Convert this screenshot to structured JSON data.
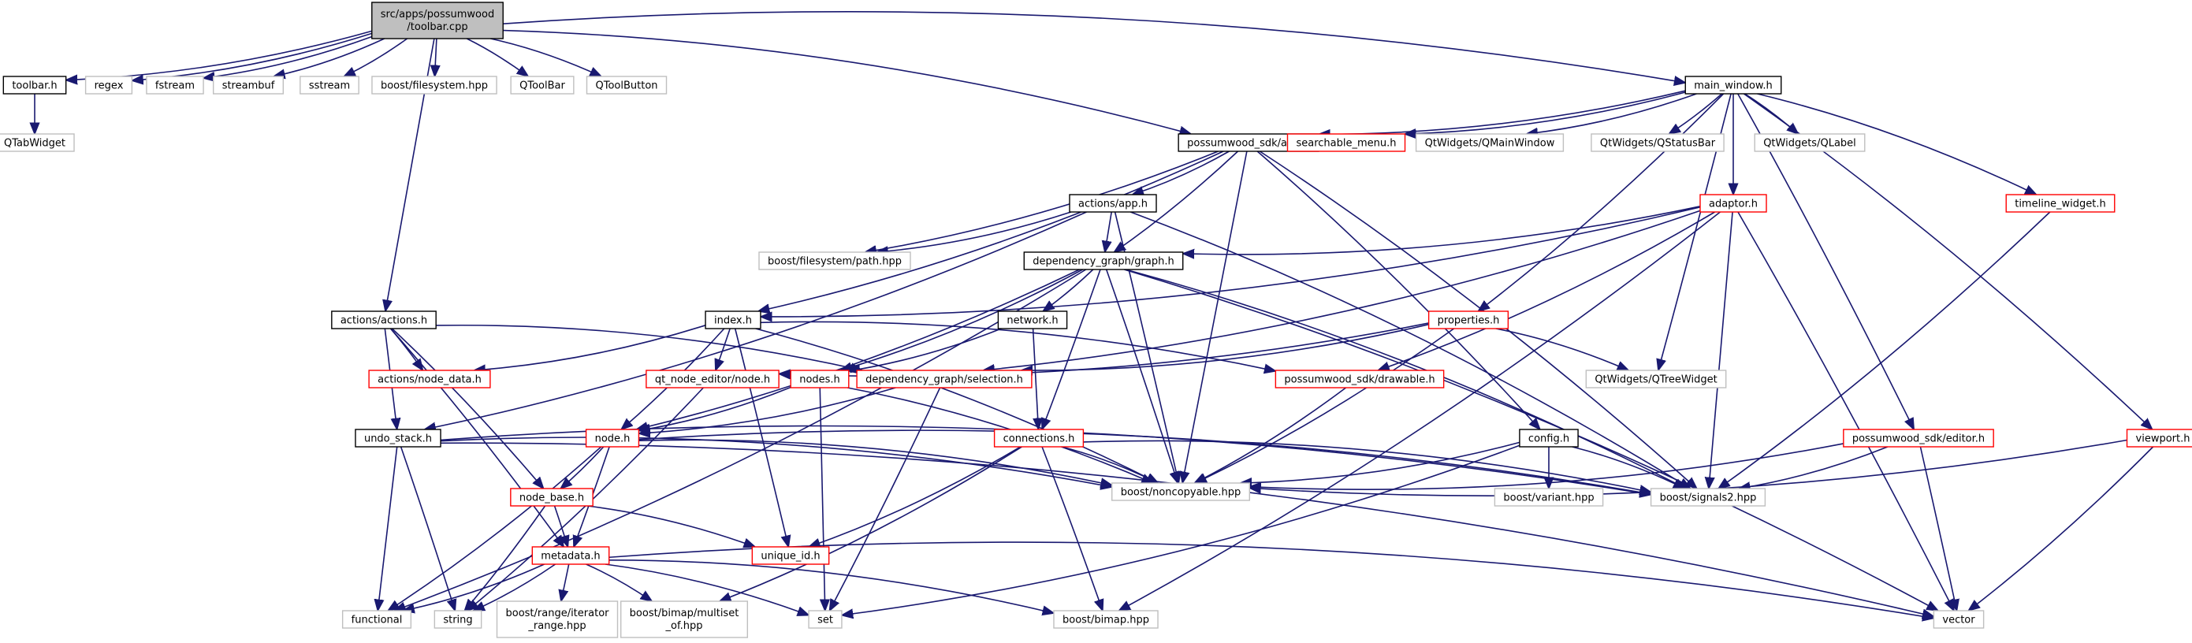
{
  "graph": {
    "nodes": [
      {
        "id": "toolbar_cpp",
        "lines": [
          "src/apps/possumwood",
          "/toolbar.cpp"
        ],
        "kind": "root"
      },
      {
        "id": "toolbar_h",
        "lines": [
          "toolbar.h"
        ],
        "kind": "documented"
      },
      {
        "id": "regex",
        "lines": [
          "regex"
        ],
        "kind": "external"
      },
      {
        "id": "fstream",
        "lines": [
          "fstream"
        ],
        "kind": "external"
      },
      {
        "id": "streambuf",
        "lines": [
          "streambuf"
        ],
        "kind": "external"
      },
      {
        "id": "sstream",
        "lines": [
          "sstream"
        ],
        "kind": "external"
      },
      {
        "id": "boost_filesystem",
        "lines": [
          "boost/filesystem.hpp"
        ],
        "kind": "external"
      },
      {
        "id": "qtoolbar",
        "lines": [
          "QToolBar"
        ],
        "kind": "external"
      },
      {
        "id": "qtoolbutton",
        "lines": [
          "QToolButton"
        ],
        "kind": "external"
      },
      {
        "id": "qtabwidget",
        "lines": [
          "QTabWidget"
        ],
        "kind": "external"
      },
      {
        "id": "main_window",
        "lines": [
          "main_window.h"
        ],
        "kind": "documented"
      },
      {
        "id": "sdk_app",
        "lines": [
          "possumwood_sdk/app.h"
        ],
        "kind": "documented"
      },
      {
        "id": "searchable_menu",
        "lines": [
          "searchable_menu.h"
        ],
        "kind": "truncated"
      },
      {
        "id": "qmainwindow",
        "lines": [
          "QtWidgets/QMainWindow"
        ],
        "kind": "external"
      },
      {
        "id": "qstatusbar",
        "lines": [
          "QtWidgets/QStatusBar"
        ],
        "kind": "external"
      },
      {
        "id": "qlabel",
        "lines": [
          "QtWidgets/QLabel"
        ],
        "kind": "external"
      },
      {
        "id": "adaptor",
        "lines": [
          "adaptor.h"
        ],
        "kind": "truncated"
      },
      {
        "id": "timeline_widget",
        "lines": [
          "timeline_widget.h"
        ],
        "kind": "truncated"
      },
      {
        "id": "actions_app",
        "lines": [
          "actions/app.h"
        ],
        "kind": "documented"
      },
      {
        "id": "boost_fs_path",
        "lines": [
          "boost/filesystem/path.hpp"
        ],
        "kind": "external"
      },
      {
        "id": "dg_graph",
        "lines": [
          "dependency_graph/graph.h"
        ],
        "kind": "documented"
      },
      {
        "id": "actions_actions",
        "lines": [
          "actions/actions.h"
        ],
        "kind": "documented"
      },
      {
        "id": "index",
        "lines": [
          "index.h"
        ],
        "kind": "documented"
      },
      {
        "id": "network",
        "lines": [
          "network.h"
        ],
        "kind": "documented"
      },
      {
        "id": "properties",
        "lines": [
          "properties.h"
        ],
        "kind": "truncated"
      },
      {
        "id": "qtreewidget",
        "lines": [
          "QtWidgets/QTreeWidget"
        ],
        "kind": "external"
      },
      {
        "id": "actions_node_data",
        "lines": [
          "actions/node_data.h"
        ],
        "kind": "truncated"
      },
      {
        "id": "qt_node_editor_node",
        "lines": [
          "qt_node_editor/node.h"
        ],
        "kind": "truncated"
      },
      {
        "id": "nodes",
        "lines": [
          "nodes.h"
        ],
        "kind": "truncated"
      },
      {
        "id": "dg_selection",
        "lines": [
          "dependency_graph/selection.h"
        ],
        "kind": "truncated"
      },
      {
        "id": "drawable",
        "lines": [
          "possumwood_sdk/drawable.h"
        ],
        "kind": "truncated"
      },
      {
        "id": "undo_stack",
        "lines": [
          "undo_stack.h"
        ],
        "kind": "documented"
      },
      {
        "id": "node",
        "lines": [
          "node.h"
        ],
        "kind": "truncated"
      },
      {
        "id": "connections",
        "lines": [
          "connections.h"
        ],
        "kind": "truncated"
      },
      {
        "id": "config",
        "lines": [
          "config.h"
        ],
        "kind": "documented"
      },
      {
        "id": "sdk_editor",
        "lines": [
          "possumwood_sdk/editor.h"
        ],
        "kind": "truncated"
      },
      {
        "id": "viewport",
        "lines": [
          "viewport.h"
        ],
        "kind": "truncated"
      },
      {
        "id": "noncopyable",
        "lines": [
          "boost/noncopyable.hpp"
        ],
        "kind": "external"
      },
      {
        "id": "signals2",
        "lines": [
          "boost/signals2.hpp"
        ],
        "kind": "external"
      },
      {
        "id": "variant",
        "lines": [
          "boost/variant.hpp"
        ],
        "kind": "external"
      },
      {
        "id": "node_base",
        "lines": [
          "node_base.h"
        ],
        "kind": "truncated"
      },
      {
        "id": "unique_id",
        "lines": [
          "unique_id.h"
        ],
        "kind": "truncated"
      },
      {
        "id": "metadata",
        "lines": [
          "metadata.h"
        ],
        "kind": "truncated"
      },
      {
        "id": "functional",
        "lines": [
          "functional"
        ],
        "kind": "external"
      },
      {
        "id": "string",
        "lines": [
          "string"
        ],
        "kind": "external"
      },
      {
        "id": "range_iterator",
        "lines": [
          "boost/range/iterator",
          "_range.hpp"
        ],
        "kind": "external"
      },
      {
        "id": "bimap_multiset",
        "lines": [
          "boost/bimap/multiset",
          "_of.hpp"
        ],
        "kind": "external"
      },
      {
        "id": "set",
        "lines": [
          "set"
        ],
        "kind": "external"
      },
      {
        "id": "bimap",
        "lines": [
          "boost/bimap.hpp"
        ],
        "kind": "external"
      },
      {
        "id": "vector",
        "lines": [
          "vector"
        ],
        "kind": "external"
      }
    ],
    "edges": [
      [
        "toolbar_cpp",
        "toolbar_h"
      ],
      [
        "toolbar_cpp",
        "regex"
      ],
      [
        "toolbar_cpp",
        "fstream"
      ],
      [
        "toolbar_cpp",
        "streambuf"
      ],
      [
        "toolbar_cpp",
        "sstream"
      ],
      [
        "toolbar_cpp",
        "boost_filesystem"
      ],
      [
        "toolbar_cpp",
        "qtoolbar"
      ],
      [
        "toolbar_cpp",
        "qtoolbutton"
      ],
      [
        "toolbar_cpp",
        "main_window"
      ],
      [
        "toolbar_cpp",
        "sdk_app"
      ],
      [
        "toolbar_cpp",
        "actions_actions"
      ],
      [
        "toolbar_h",
        "qtabwidget"
      ],
      [
        "main_window",
        "sdk_app"
      ],
      [
        "main_window",
        "searchable_menu"
      ],
      [
        "main_window",
        "qmainwindow"
      ],
      [
        "main_window",
        "qstatusbar"
      ],
      [
        "main_window",
        "qlabel"
      ],
      [
        "main_window",
        "adaptor"
      ],
      [
        "main_window",
        "timeline_widget"
      ],
      [
        "main_window",
        "properties"
      ],
      [
        "main_window",
        "qtreewidget"
      ],
      [
        "main_window",
        "sdk_editor"
      ],
      [
        "main_window",
        "viewport"
      ],
      [
        "sdk_app",
        "actions_app"
      ],
      [
        "sdk_app",
        "boost_fs_path"
      ],
      [
        "sdk_app",
        "dg_graph"
      ],
      [
        "sdk_app",
        "index"
      ],
      [
        "sdk_app",
        "noncopyable"
      ],
      [
        "sdk_app",
        "signals2"
      ],
      [
        "sdk_app",
        "config"
      ],
      [
        "actions_app",
        "boost_fs_path"
      ],
      [
        "actions_app",
        "dg_graph"
      ],
      [
        "actions_app",
        "undo_stack"
      ],
      [
        "actions_app",
        "noncopyable"
      ],
      [
        "actions_app",
        "signals2"
      ],
      [
        "adaptor",
        "dg_graph"
      ],
      [
        "adaptor",
        "index"
      ],
      [
        "adaptor",
        "drawable"
      ],
      [
        "adaptor",
        "dg_selection"
      ],
      [
        "adaptor",
        "signals2"
      ],
      [
        "adaptor",
        "bimap"
      ],
      [
        "adaptor",
        "vector"
      ],
      [
        "dg_graph",
        "network"
      ],
      [
        "dg_graph",
        "nodes"
      ],
      [
        "dg_graph",
        "connections"
      ],
      [
        "dg_graph",
        "node"
      ],
      [
        "dg_graph",
        "noncopyable"
      ],
      [
        "dg_graph",
        "signals2"
      ],
      [
        "dg_graph",
        "vector"
      ],
      [
        "dg_graph",
        "functional"
      ],
      [
        "actions_actions",
        "actions_node_data"
      ],
      [
        "actions_actions",
        "undo_stack"
      ],
      [
        "actions_actions",
        "node_base"
      ],
      [
        "actions_actions",
        "metadata"
      ],
      [
        "actions_actions",
        "dg_selection"
      ],
      [
        "index",
        "actions_node_data"
      ],
      [
        "index",
        "qt_node_editor_node"
      ],
      [
        "index",
        "node"
      ],
      [
        "index",
        "unique_id"
      ],
      [
        "index",
        "drawable"
      ],
      [
        "index",
        "noncopyable"
      ],
      [
        "network",
        "nodes"
      ],
      [
        "network",
        "connections"
      ],
      [
        "properties",
        "qtreewidget"
      ],
      [
        "properties",
        "dg_selection"
      ],
      [
        "properties",
        "qt_node_editor_node"
      ],
      [
        "properties",
        "noncopyable"
      ],
      [
        "qt_node_editor_node",
        "string"
      ],
      [
        "nodes",
        "node"
      ],
      [
        "nodes",
        "set"
      ],
      [
        "nodes",
        "noncopyable"
      ],
      [
        "dg_selection",
        "node"
      ],
      [
        "dg_selection",
        "set"
      ],
      [
        "drawable",
        "noncopyable"
      ],
      [
        "undo_stack",
        "noncopyable"
      ],
      [
        "undo_stack",
        "signals2"
      ],
      [
        "undo_stack",
        "functional"
      ],
      [
        "undo_stack",
        "string"
      ],
      [
        "undo_stack",
        "vector"
      ],
      [
        "node",
        "node_base"
      ],
      [
        "node",
        "metadata"
      ],
      [
        "node",
        "noncopyable"
      ],
      [
        "node",
        "signals2"
      ],
      [
        "node",
        "functional"
      ],
      [
        "connections",
        "noncopyable"
      ],
      [
        "connections",
        "signals2"
      ],
      [
        "connections",
        "unique_id"
      ],
      [
        "connections",
        "bimap"
      ],
      [
        "connections",
        "bimap_multiset"
      ],
      [
        "config",
        "noncopyable"
      ],
      [
        "config",
        "variant"
      ],
      [
        "config",
        "signals2"
      ],
      [
        "config",
        "set"
      ],
      [
        "sdk_editor",
        "noncopyable"
      ],
      [
        "sdk_editor",
        "signals2"
      ],
      [
        "sdk_editor",
        "vector"
      ],
      [
        "viewport",
        "noncopyable"
      ],
      [
        "viewport",
        "vector"
      ],
      [
        "timeline_widget",
        "signals2"
      ],
      [
        "node_base",
        "metadata"
      ],
      [
        "node_base",
        "unique_id"
      ],
      [
        "node_base",
        "string"
      ],
      [
        "metadata",
        "functional"
      ],
      [
        "metadata",
        "string"
      ],
      [
        "metadata",
        "range_iterator"
      ],
      [
        "metadata",
        "bimap_multiset"
      ],
      [
        "metadata",
        "set"
      ],
      [
        "metadata",
        "bimap"
      ],
      [
        "metadata",
        "vector"
      ]
    ],
    "colors": {
      "root_fill": "#bfbfbf",
      "root_stroke": "#000000",
      "documented_stroke": "#000000",
      "truncated_stroke": "#ff0000",
      "external_stroke": "#bfbfbf",
      "node_fill": "#ffffff",
      "documented_text": "#000000",
      "external_text": "#000000",
      "edge": "#191970"
    }
  }
}
